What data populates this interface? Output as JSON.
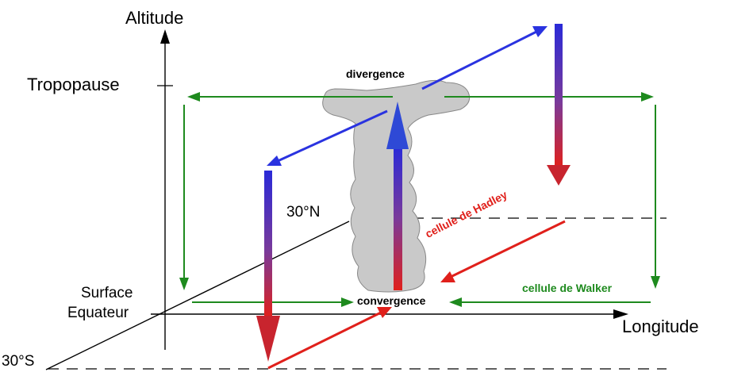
{
  "labels": {
    "altitude": "Altitude",
    "tropopause": "Tropopause",
    "divergence": "divergence",
    "n30": "30°N",
    "hadley": "cellule de Hadley",
    "surface": "Surface",
    "equateur": "Equateur",
    "convergence": "convergence",
    "walker": "cellule de Walker",
    "longitude": "Longitude",
    "s30": "30°S"
  },
  "colors": {
    "walker": "#1e8a1e",
    "hadley": "#e0201b",
    "blue": "#2a33e0",
    "cloud": "#c9c9c9",
    "axis": "#000000"
  }
}
